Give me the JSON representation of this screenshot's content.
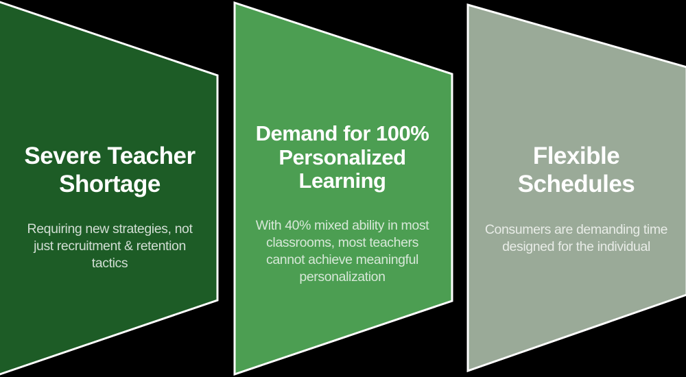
{
  "slide": {
    "description": "Three perspective banner shapes listing education market drivers",
    "background_color": "#000000",
    "border_color": "#ffffff"
  },
  "panels": [
    {
      "id": "severe-teacher-shortage",
      "title": "Severe Teacher\nShortage",
      "subtitle": "Requiring new strategies, not\njust recruitment & retention\ntactics",
      "fill": "#1d5c26",
      "title_color": "#ffffff",
      "subtitle_color": "#d2ded4"
    },
    {
      "id": "demand-personalized-learning",
      "title": "Demand for 100%\nPersonalized\nLearning",
      "subtitle": "With 40% mixed ability in most\nclassrooms, most teachers\ncannot achieve meaningful\npersonalization",
      "fill": "#4c9e52",
      "title_color": "#ffffff",
      "subtitle_color": "#d7e8d8"
    },
    {
      "id": "flexible-schedules",
      "title": "Flexible\nSchedules",
      "subtitle": "Consumers are demanding time\ndesigned for the individual",
      "fill": "#9aaa98",
      "title_color": "#ffffff",
      "subtitle_color": "#e8ece7"
    }
  ]
}
